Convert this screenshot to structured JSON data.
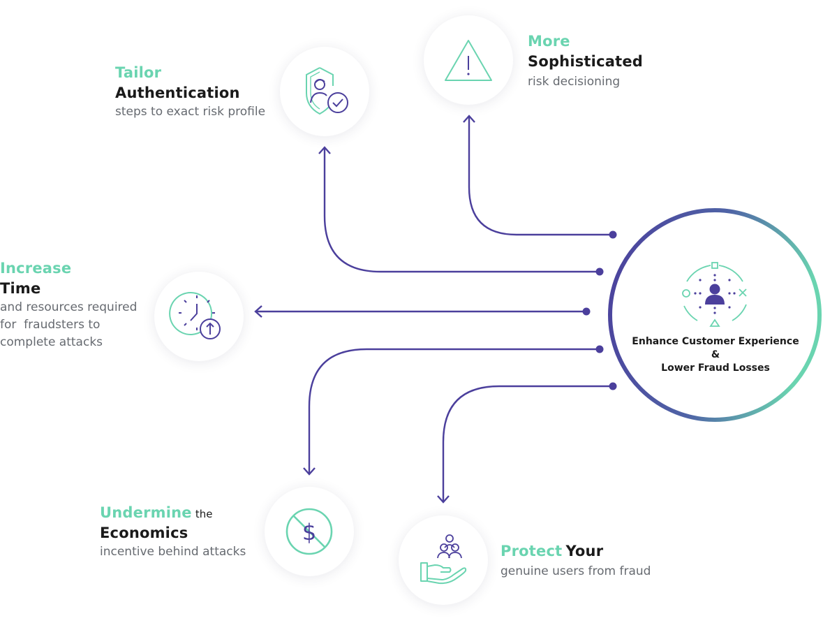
{
  "colors": {
    "accent_green": "#6ad4b0",
    "purple": "#4b3f9c",
    "text_dark": "#1a1a1a",
    "text_gray": "#666a70"
  },
  "center": {
    "line1": "Enhance Customer Experience",
    "line2": "&",
    "line3": "Lower Fraud Losses",
    "icon": "user-target-icon"
  },
  "nodes": {
    "authentication": {
      "accent": "Tailor",
      "headline": "Authentication",
      "desc": "steps to exact risk profile",
      "icon": "shield-user-check-icon"
    },
    "sophisticated": {
      "accent": "More",
      "headline": "Sophisticated",
      "desc": "risk decisioning",
      "icon": "warning-triangle-icon"
    },
    "time": {
      "accent": "Increase",
      "headline": "Time",
      "desc_lines": [
        "and resources required",
        "for  fraudsters to",
        "complete attacks"
      ],
      "icon": "clock-up-arrow-icon"
    },
    "economics": {
      "accent": "Undermine",
      "accent_suffix": "the",
      "headline": "Economics",
      "desc": "incentive behind attacks",
      "icon": "no-dollar-icon"
    },
    "protect": {
      "accent": "Protect",
      "headline_suffix": "Your",
      "desc": "genuine users from fraud",
      "icon": "hand-users-icon"
    }
  }
}
